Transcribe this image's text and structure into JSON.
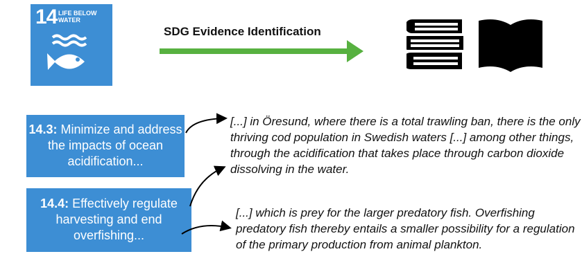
{
  "sdg": {
    "number": "14",
    "goal": "LIFE BELOW WATER",
    "color": "#3d8ed4"
  },
  "process": {
    "label": "SDG Evidence Identification",
    "arrow_color": "#57b140"
  },
  "icons": [
    "books-stack-icon",
    "open-book-icon"
  ],
  "targets": [
    {
      "code": "14.3:",
      "text": " Minimize and address the impacts of ocean acidification..."
    },
    {
      "code": "14.4:",
      "text": " Effectively regulate harvesting and end overfishing..."
    }
  ],
  "evidence": [
    "[...] in Öresund, where there is a total trawling ban, there is the only thriving cod population in Swedish waters [...] among other things, through the acidification that takes place through carbon dioxide dissolving in the water.",
    "[...] which is prey for the larger predatory fish. Overfishing predatory fish thereby entails a smaller possibility for a regulation of the primary production from animal plankton."
  ]
}
